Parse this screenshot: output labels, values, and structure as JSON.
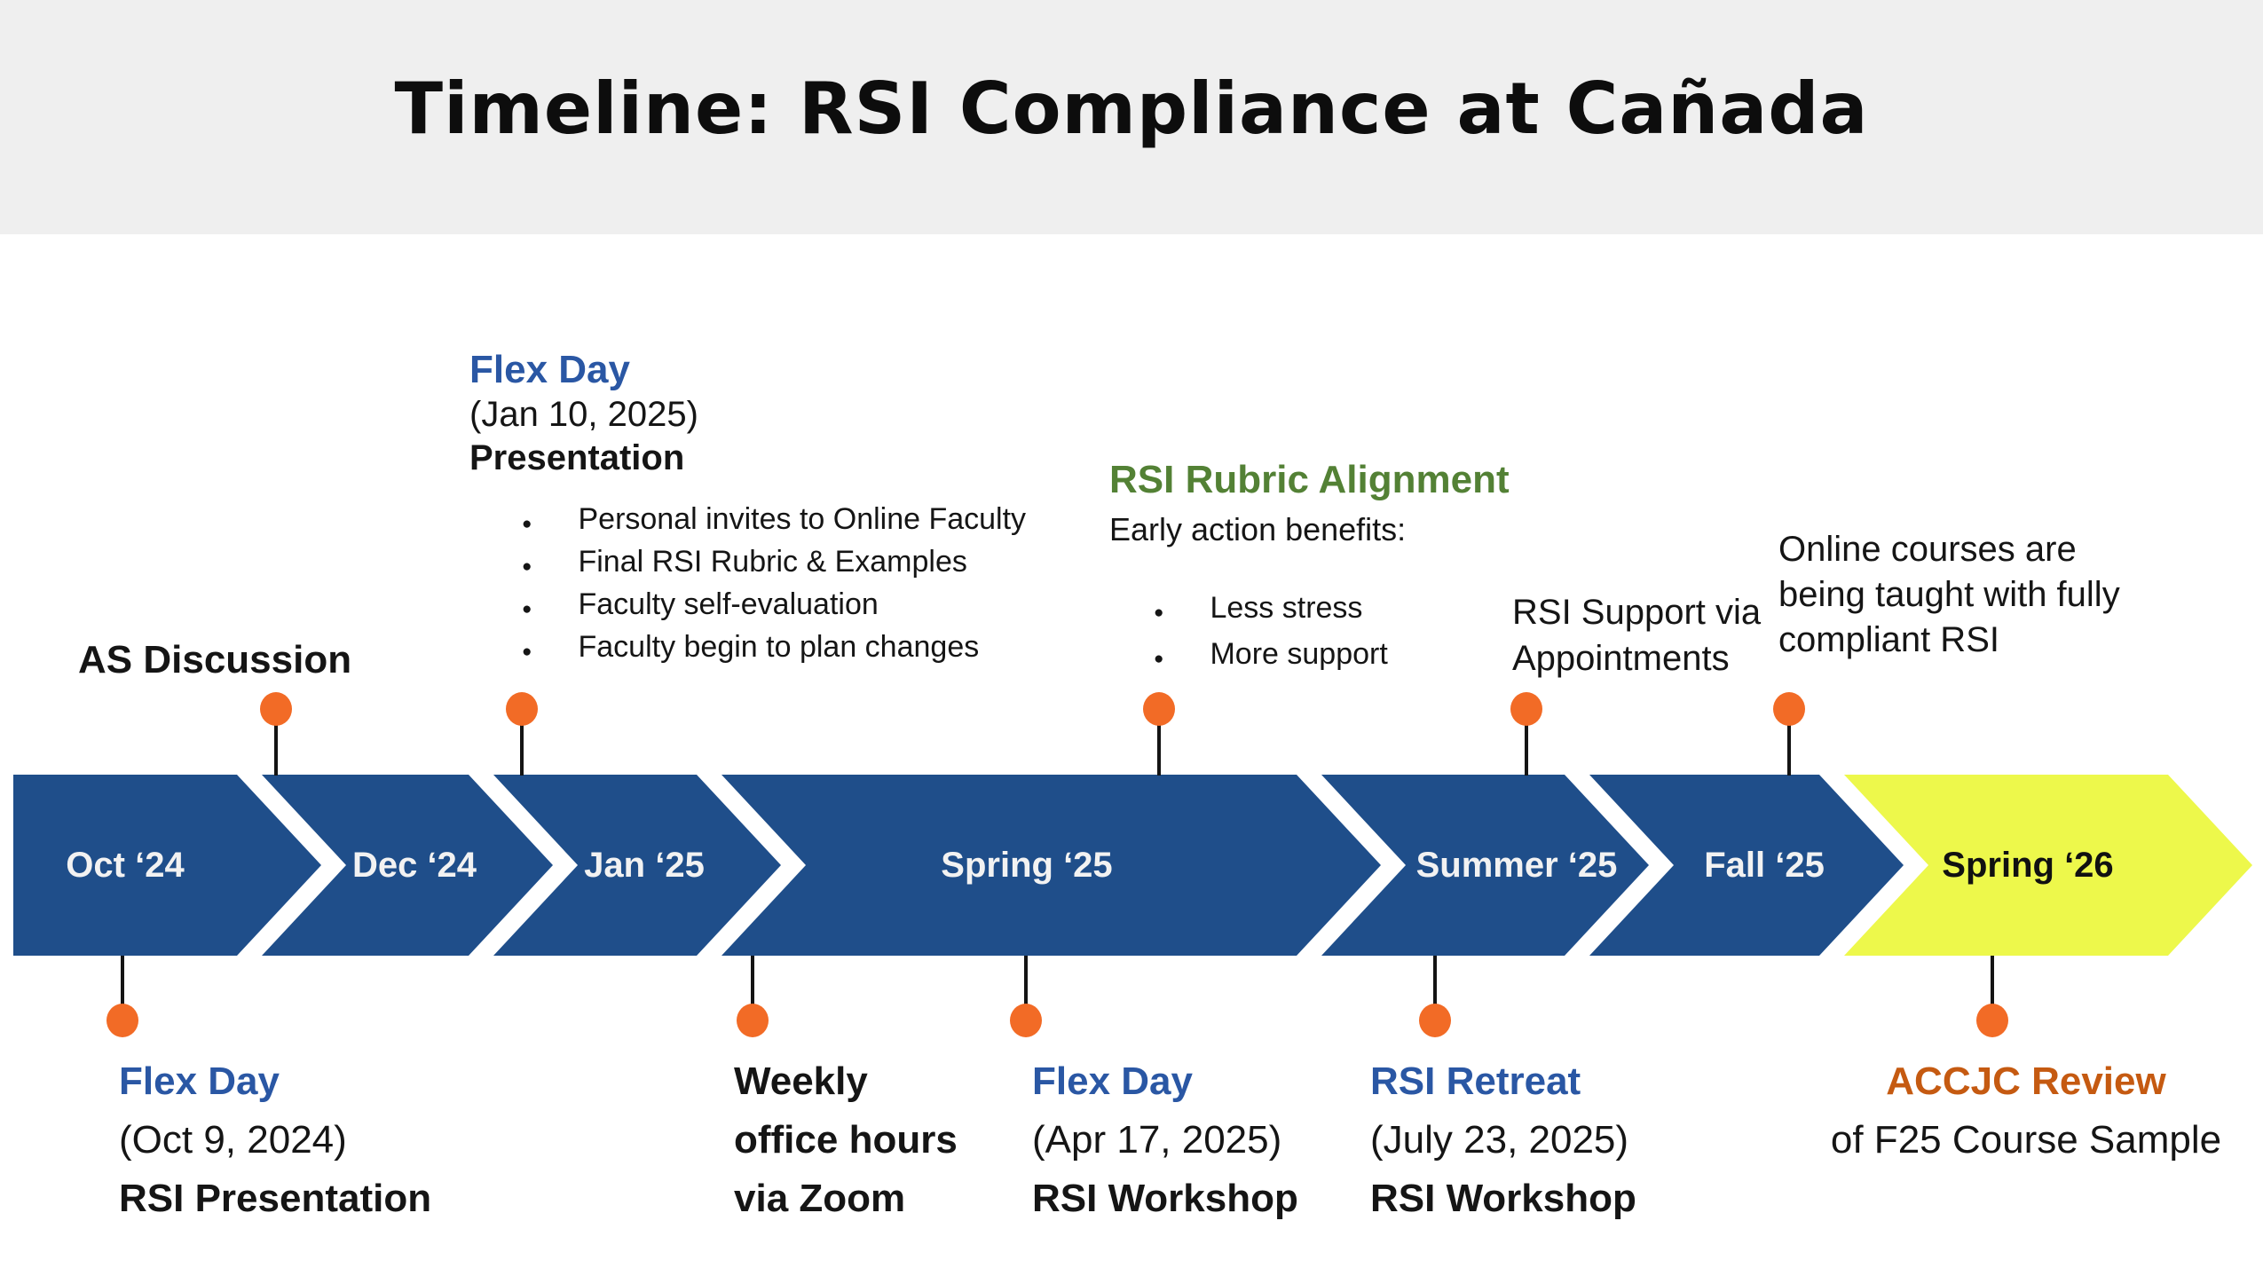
{
  "title": "Timeline: RSI Compliance at Cañada",
  "colors": {
    "header_bg": "#EFEFEF",
    "chevron_blue": "#1F4E8A",
    "highlight_yellow": "#EDF84B",
    "dot_orange": "#F26B26",
    "heading_blue": "#2A57A4",
    "heading_green": "#538135",
    "heading_orange": "#C55A11",
    "arrow_text": "#F2F2F2"
  },
  "timeline": {
    "segments": [
      {
        "label": "Oct ‘24",
        "fill": "#1F4E8A",
        "text_color": "#F2F2F2",
        "bold": false
      },
      {
        "label": "Dec ‘24",
        "fill": "#1F4E8A",
        "text_color": "#F2F2F2",
        "bold": false
      },
      {
        "label": "Jan ‘25",
        "fill": "#1F4E8A",
        "text_color": "#F2F2F2",
        "bold": false
      },
      {
        "label": "Spring ‘25",
        "fill": "#1F4E8A",
        "text_color": "#F2F2F2",
        "bold": false
      },
      {
        "label": "Summer ‘25",
        "fill": "#1F4E8A",
        "text_color": "#F2F2F2",
        "bold": false
      },
      {
        "label": "Fall ‘25",
        "fill": "#1F4E8A",
        "text_color": "#F2F2F2",
        "bold": false
      },
      {
        "label": "Spring ‘26",
        "fill": "#EDF84B",
        "text_color": "#111111",
        "bold": true
      }
    ]
  },
  "annotations": {
    "as_discussion": {
      "title": "AS Discussion"
    },
    "flex_day_jan": {
      "heading": "Flex Day",
      "date": "(Jan 10, 2025)",
      "subtitle": "Presentation",
      "bullets": [
        "Personal invites to Online Faculty",
        "Final RSI Rubric & Examples",
        "Faculty self-evaluation",
        "Faculty begin to plan changes"
      ]
    },
    "rubric_alignment": {
      "heading": "RSI Rubric Alignment",
      "intro": "Early action benefits:",
      "bullets": [
        "Less stress",
        "More support"
      ]
    },
    "rsi_support": {
      "line1": "RSI Support via",
      "line2": "Appointments"
    },
    "outcome": {
      "line1": "Online courses are",
      "line2": "being taught with fully",
      "line3": "compliant RSI"
    },
    "flex_day_oct": {
      "heading": "Flex Day",
      "date": "(Oct 9, 2024)",
      "label": "RSI Presentation"
    },
    "weekly_hours": {
      "line1": "Weekly",
      "line2": "office hours",
      "line3": "via Zoom"
    },
    "flex_day_apr": {
      "heading": "Flex Day",
      "date": "(Apr 17, 2025)",
      "label": "RSI Workshop"
    },
    "rsi_retreat": {
      "heading": "RSI Retreat",
      "date": "(July 23, 2025)",
      "label": "RSI Workshop"
    },
    "accjc": {
      "heading": "ACCJC Review",
      "label": "of F25 Course Sample"
    }
  }
}
